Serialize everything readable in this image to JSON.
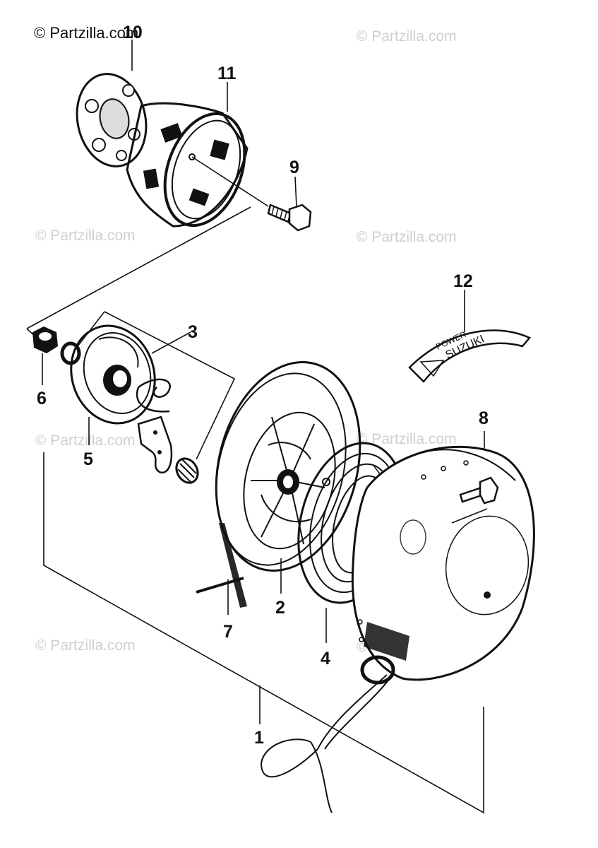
{
  "copyright": "© Partzilla.com",
  "watermark": "© Partzilla.com",
  "callouts": [
    {
      "id": "callout-1",
      "label": "1"
    },
    {
      "id": "callout-2",
      "label": "2"
    },
    {
      "id": "callout-3",
      "label": "3"
    },
    {
      "id": "callout-4",
      "label": "4"
    },
    {
      "id": "callout-5",
      "label": "5"
    },
    {
      "id": "callout-6",
      "label": "6"
    },
    {
      "id": "callout-7",
      "label": "7"
    },
    {
      "id": "callout-8",
      "label": "8"
    },
    {
      "id": "callout-9",
      "label": "9"
    },
    {
      "id": "callout-10",
      "label": "10"
    },
    {
      "id": "callout-11",
      "label": "11"
    },
    {
      "id": "callout-12",
      "label": "12"
    }
  ],
  "emblem": {
    "line1": "POWER",
    "line2": "SUZUKI"
  }
}
